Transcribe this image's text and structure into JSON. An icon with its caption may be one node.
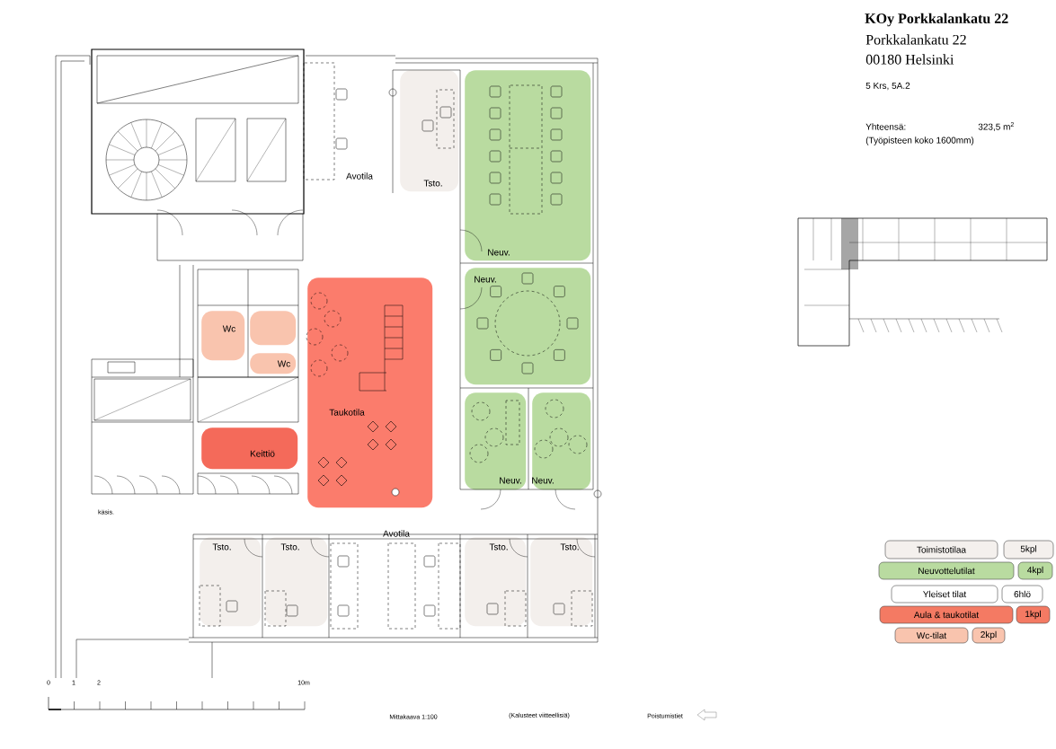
{
  "diagram": {
    "title": "KOy Porkkalankatu 22",
    "nodes": [
      {
        "text": [
          "Tsto."
        ]
      },
      {
        "text": [
          "Neuv."
        ]
      },
      {
        "text": [
          "Neuv."
        ]
      },
      {
        "text": [
          "Neuv."
        ]
      },
      {
        "text": [
          "Neuv."
        ]
      },
      {
        "text": [
          "Wc"
        ]
      },
      {
        "text": [],
        "shape": "box"
      },
      {
        "text": [
          "Wc"
        ]
      },
      {
        "text": [
          "Taukotila"
        ]
      },
      {
        "text": [
          "Keittiö"
        ]
      },
      {
        "text": [
          "Tsto."
        ]
      },
      {
        "text": [
          "Tsto."
        ]
      },
      {
        "text": [
          "Tsto."
        ]
      },
      {
        "text": [
          "Tsto."
        ]
      }
    ],
    "labels": [
      "Porkkalankatu 22",
      "00180 Helsinki",
      "5 Krs, 5A.2",
      "Yhteensä:",
      "323,5 m$^{2}$",
      "(Työpisteen koko 1600mm)",
      "Avotila",
      "käsis.",
      "Avotila",
      "5kpl",
      "4kpl",
      "6hlö",
      "1kpl",
      "2kpl",
      "0",
      "1",
      "2",
      "10m",
      "Mittakaava 1:100",
      "(Kalusteet viitteellisiä)",
      "Poistumistiet"
    ],
    "legend": [
      {
        "text": "Toimistotilaa",
        "color": "#f4f0ed"
      },
      {
        "text": "Neuvottelutilat",
        "color": "#b9dba0"
      },
      {
        "text": "Yleiset tilat"
      },
      {
        "text": "Aula & taukotilat",
        "color": "#f47a63"
      },
      {
        "text": "Wc-tilat",
        "color": "#f9c4ae"
      }
    ]
  }
}
